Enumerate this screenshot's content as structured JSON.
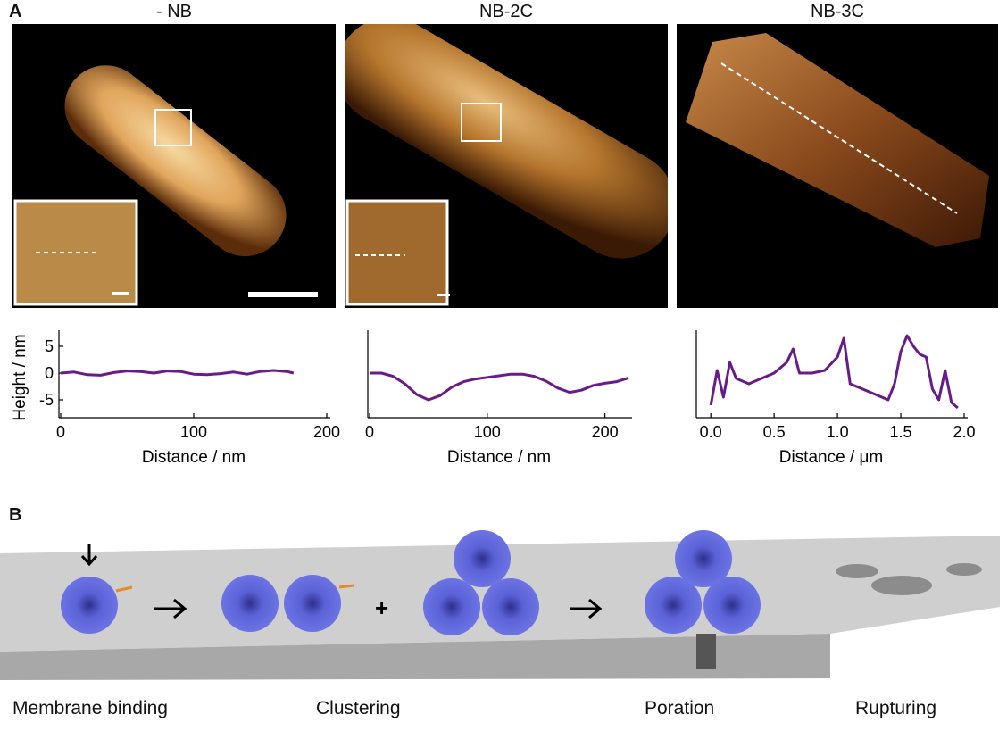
{
  "panel_a": {
    "letter": "A",
    "images": [
      {
        "title": "- NB"
      },
      {
        "title": "NB-2C"
      },
      {
        "title": "NB-3C"
      }
    ]
  },
  "panel_b": {
    "letter": "B",
    "stages": [
      "Membrane binding",
      "Clustering",
      "Poration",
      "Rupturing"
    ],
    "plus_symbol": "+"
  },
  "colors": {
    "profile_line": "#6a1b8a",
    "complex": "#5b62d6",
    "membrane": "#c9c9c9"
  },
  "chart_data": [
    {
      "type": "line",
      "xlabel": "Distance / nm",
      "ylabel": "Height / nm",
      "xlim": [
        0,
        200
      ],
      "ylim": [
        -7,
        8
      ],
      "xticks": [
        0,
        100,
        200
      ],
      "yticks": [
        5,
        0,
        -5
      ],
      "x": [
        0,
        10,
        20,
        30,
        40,
        50,
        60,
        70,
        80,
        90,
        100,
        110,
        120,
        130,
        140,
        150,
        160,
        170,
        175
      ],
      "y": [
        0,
        0.2,
        -0.3,
        -0.4,
        0.1,
        0.4,
        0.3,
        0,
        0.4,
        0.3,
        -0.2,
        -0.3,
        -0.1,
        0.2,
        -0.2,
        0.3,
        0.5,
        0.3,
        0
      ]
    },
    {
      "type": "line",
      "xlabel": "Distance / nm",
      "ylabel": "",
      "xlim": [
        0,
        220
      ],
      "ylim": [
        -7,
        8
      ],
      "xticks": [
        0,
        100,
        200
      ],
      "yticks": [],
      "x": [
        0,
        10,
        20,
        30,
        40,
        50,
        60,
        70,
        80,
        90,
        100,
        110,
        120,
        130,
        140,
        150,
        160,
        170,
        180,
        190,
        200,
        210,
        220
      ],
      "y": [
        0,
        0,
        -0.6,
        -2,
        -4,
        -5,
        -4.2,
        -2.6,
        -1.6,
        -1.1,
        -0.8,
        -0.5,
        -0.2,
        -0.2,
        -0.6,
        -1.5,
        -2.8,
        -3.6,
        -3.2,
        -2.3,
        -1.9,
        -1.6,
        -0.9
      ]
    },
    {
      "type": "line",
      "xlabel": "Distance / μm",
      "ylabel": "",
      "xlim": [
        -0.1,
        2.0
      ],
      "ylim": [
        -7,
        8
      ],
      "xticks": [
        0.0,
        0.5,
        1.0,
        1.5,
        2.0
      ],
      "yticks": [],
      "x": [
        0.0,
        0.05,
        0.1,
        0.15,
        0.2,
        0.25,
        0.3,
        0.4,
        0.5,
        0.6,
        0.65,
        0.7,
        0.8,
        0.9,
        1.0,
        1.05,
        1.1,
        1.2,
        1.3,
        1.4,
        1.45,
        1.5,
        1.55,
        1.6,
        1.65,
        1.7,
        1.75,
        1.8,
        1.85,
        1.9,
        1.95
      ],
      "y": [
        -6,
        0.5,
        -4.5,
        2,
        -1,
        -1.5,
        -2,
        -1,
        0,
        2,
        4.5,
        0,
        0,
        0.5,
        3,
        6.5,
        -2,
        -3,
        -4,
        -5,
        -2,
        4,
        7,
        5,
        3.5,
        3,
        -3,
        -5,
        0.5,
        -5.5,
        -6.5
      ]
    }
  ]
}
